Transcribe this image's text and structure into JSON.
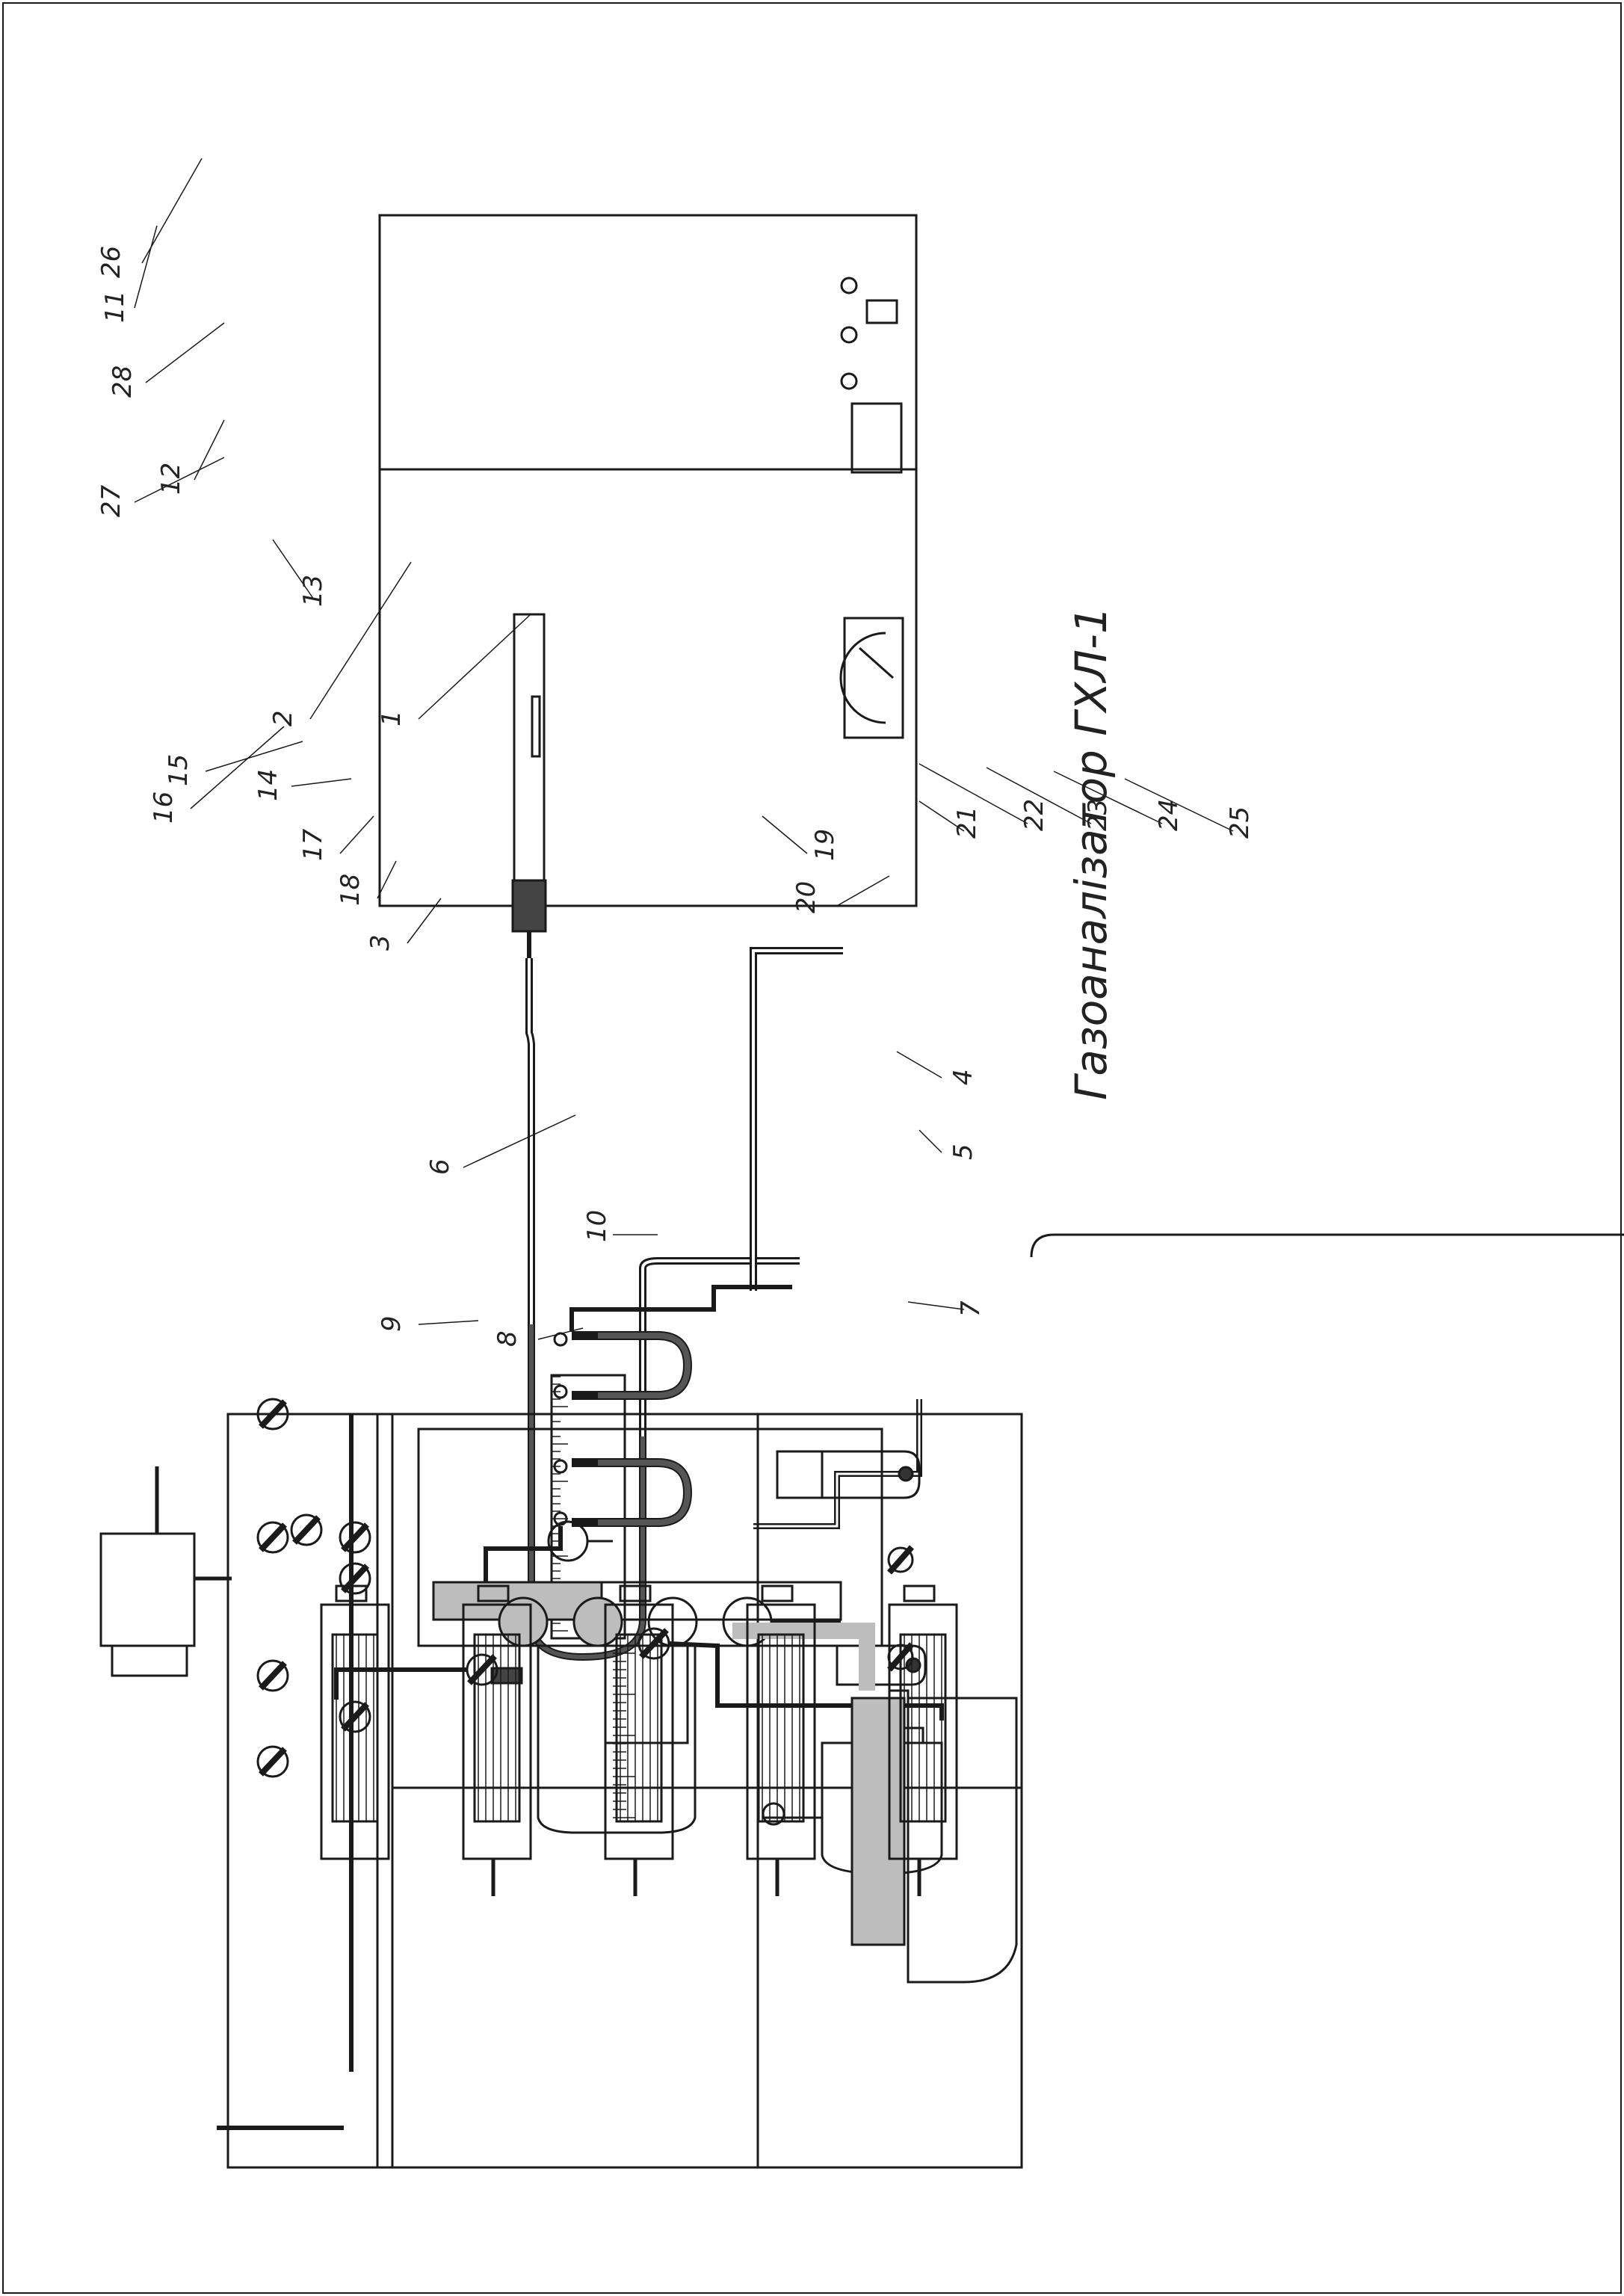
{
  "title": "Газоаналізатор ГХЛ-1",
  "labels": [
    "1",
    "2",
    "3",
    "4",
    "5",
    "6",
    "7",
    "8",
    "9",
    "10",
    "11",
    "12",
    "13",
    "14",
    "15",
    "16",
    "17",
    "18",
    "19",
    "20",
    "21",
    "22",
    "23",
    "24",
    "25",
    "26",
    "27",
    "28"
  ],
  "colors": {
    "line": "#1a1a1a",
    "liquid": "#555555",
    "tint": "#bdbdbd"
  }
}
